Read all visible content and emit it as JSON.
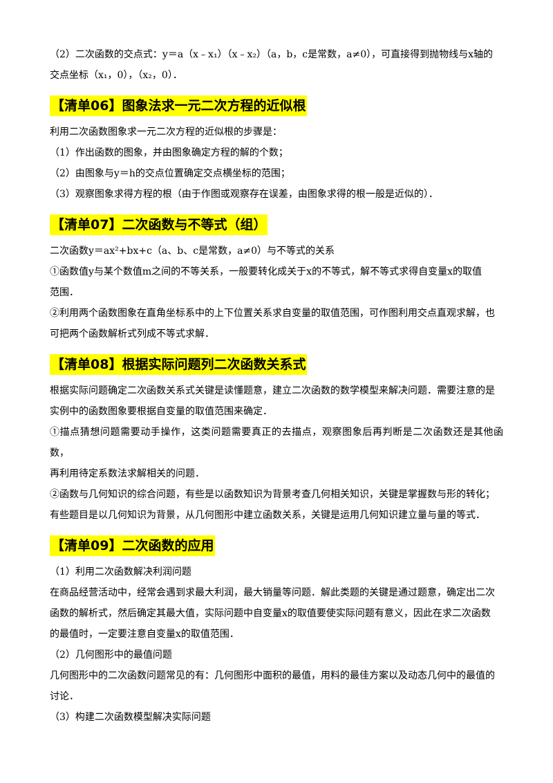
{
  "intersect_form": {
    "line1": "（2）二次函数的交点式：y＝a（x﹣x₁）（x﹣x₂）（a，b，c是常数，a≠0），可直接得到抛物线与x轴的",
    "line2": "交点坐标（x₁，0），（x₂，0）．"
  },
  "sections": [
    {
      "heading": "【清单06】图象法求一元二次方程的近似根",
      "lines": [
        "利用二次函数图象求一元二次方程的近似根的步骤是：",
        "（1）作出函数的图象，并由图象确定方程的解的个数；",
        "（2）由图象与y＝h的交点位置确定交点横坐标的范围；",
        "（3）观察图象求得方程的根（由于作图或观察存在误差，由图象求得的根一般是近似的）．"
      ]
    },
    {
      "heading": "【清单07】二次函数与不等式（组）",
      "lines": [
        "二次函数y＝ax²+bx+c（a、b、c是常数，a≠0）与不等式的关系",
        "①函数值y与某个数值m之间的不等关系，一般要转化成关于x的不等式，解不等式求得自变量x的取值",
        "范围．",
        "②利用两个函数图象在直角坐标系中的上下位置关系求自变量的取值范围，可作图利用交点直观求解，也",
        "可把两个函数解析式列成不等式求解．"
      ]
    },
    {
      "heading": "【清单08】根据实际问题列二次函数关系式",
      "lines": [
        "根据实际问题确定二次函数关系式关键是读懂题意，建立二次函数的数学模型来解决问题．需要注意的是",
        "实例中的函数图象要根据自变量的取值范围来确定．",
        "①描点猜想问题需要动手操作，这类问题需要真正的去描点，观察图象后再判断是二次函数还是其他函数，",
        "再利用待定系数法求解相关的问题．",
        "②函数与几何知识的综合问题，有些是以函数知识为背景考查几何相关知识，关键是掌握数与形的转化；",
        "有些题目是以几何知识为背景，从几何图形中建立函数关系，关键是运用几何知识建立量与量的等式．"
      ]
    },
    {
      "heading": "【清单09】二次函数的应用",
      "lines": [
        "（1）利用二次函数解决利润问题",
        "在商品经营活动中，经常会遇到求最大利润，最大销量等问题．解此类题的关键是通过题意，确定出二次",
        "函数的解析式，然后确定其最大值，实际问题中自变量x的取值要使实际问题有意义，因此在求二次函数",
        "的最值时，一定要注意自变量x的取值范围．",
        "（2）几何图形中的最值问题",
        "几何图形中的二次函数问题常见的有：几何图形中面积的最值，用料的最佳方案以及动态几何中的最值的",
        "讨论．",
        "（3）构建二次函数模型解决实际问题"
      ]
    }
  ]
}
